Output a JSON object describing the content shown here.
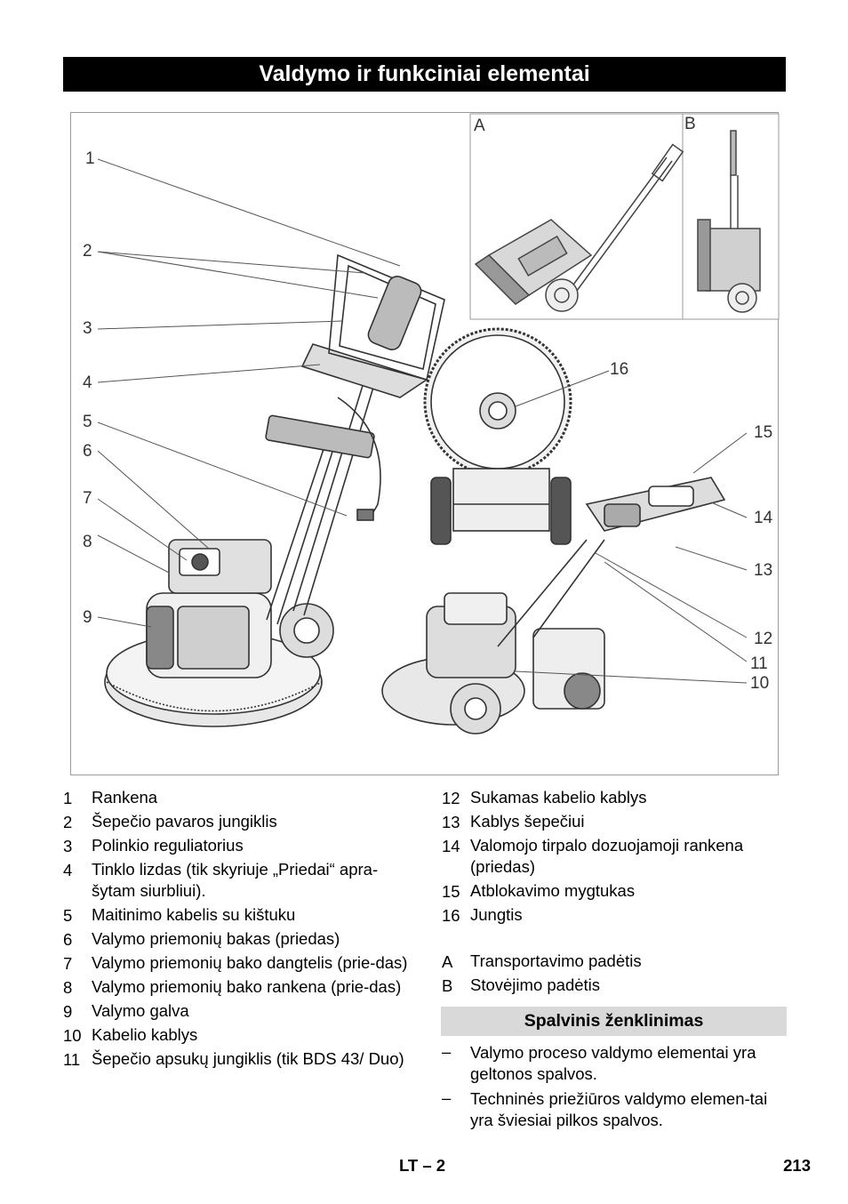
{
  "header": {
    "title": "Valdymo ir funkciniai elementai"
  },
  "figure": {
    "callouts": [
      "1",
      "2",
      "3",
      "4",
      "5",
      "6",
      "7",
      "8",
      "9",
      "16",
      "15",
      "14",
      "13",
      "12",
      "11",
      "10"
    ],
    "inset_labels": [
      "A",
      "B"
    ]
  },
  "legend_left": [
    {
      "num": "1",
      "text": "Rankena"
    },
    {
      "num": "2",
      "text": "Šepečio pavaros jungiklis"
    },
    {
      "num": "3",
      "text": "Polinkio reguliatorius"
    },
    {
      "num": "4",
      "text": "Tinklo lizdas (tik skyriuje „Priedai“ apra-šytam siurbliui)."
    },
    {
      "num": "5",
      "text": "Maitinimo kabelis su kištuku"
    },
    {
      "num": "6",
      "text": "Valymo priemonių bakas (priedas)"
    },
    {
      "num": "7",
      "text": "Valymo priemonių bako dangtelis (prie-das)"
    },
    {
      "num": "8",
      "text": "Valymo priemonių bako rankena (prie-das)"
    },
    {
      "num": "9",
      "text": "Valymo galva"
    },
    {
      "num": "10",
      "text": "Kabelio kablys"
    },
    {
      "num": "11",
      "text": "Šepečio apsukų jungiklis (tik BDS 43/ Duo)"
    }
  ],
  "legend_right": [
    {
      "num": "12",
      "text": "Sukamas kabelio kablys"
    },
    {
      "num": "13",
      "text": "Kablys šepečiui"
    },
    {
      "num": "14",
      "text": "Valomojo tirpalo dozuojamoji rankena (priedas)"
    },
    {
      "num": "15",
      "text": "Atblokavimo mygtukas"
    },
    {
      "num": "16",
      "text": "Jungtis"
    }
  ],
  "legend_positions": [
    {
      "num": "A",
      "text": "Transportavimo padėtis"
    },
    {
      "num": "B",
      "text": "Stovėjimo padėtis"
    }
  ],
  "section": {
    "title": "Spalvinis ženklinimas"
  },
  "bullets": [
    {
      "dash": "–",
      "text": "Valymo proceso valdymo elementai yra geltonos spalvos."
    },
    {
      "dash": "–",
      "text": "Techninės priežiūros valdymo elemen-tai yra šviesiai pilkos spalvos."
    }
  ],
  "footer": {
    "center": "LT  – 2",
    "page": "213"
  }
}
